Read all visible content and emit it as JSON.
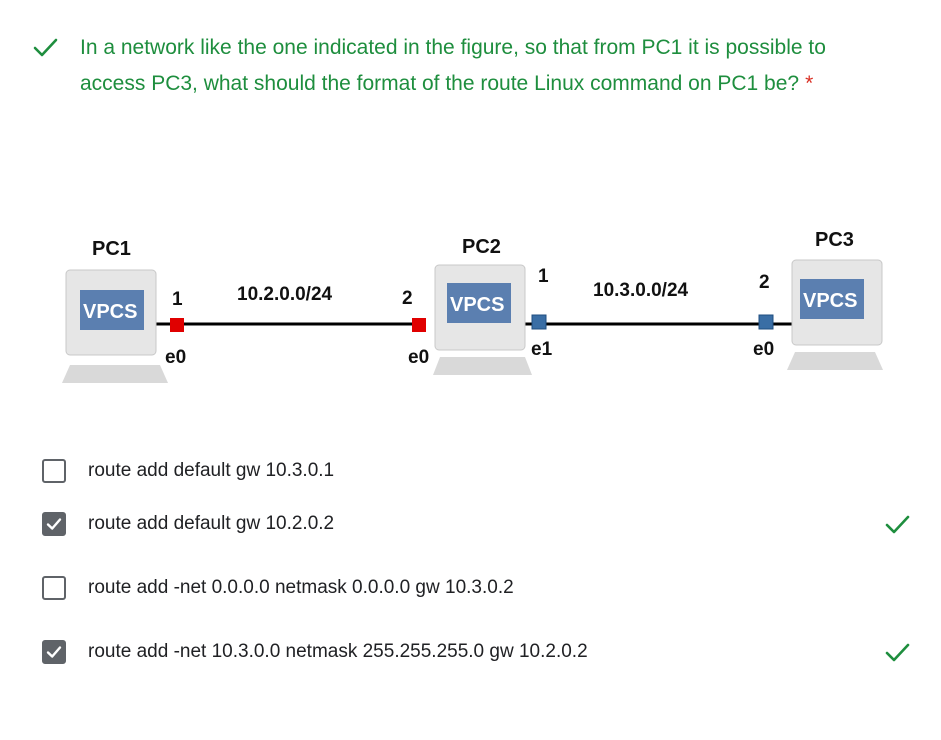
{
  "question": {
    "text": "In a network like the one indicated in the figure, so that from PC1 it is possible to access PC3, what should the format of the route Linux command on PC1 be?",
    "required_mark": "*",
    "status_icon": "check-icon",
    "status_color": "#1e8e3e"
  },
  "figure": {
    "nodes": [
      {
        "name": "PC1",
        "screen": "VPCS"
      },
      {
        "name": "PC2",
        "screen": "VPCS"
      },
      {
        "name": "PC3",
        "screen": "VPCS"
      }
    ],
    "links": [
      {
        "network": "10.2.0.0/24",
        "left_port": "e0",
        "left_host": "1",
        "right_port": "e0",
        "right_host": "2",
        "port_color": "#e00000"
      },
      {
        "network": "10.3.0.0/24",
        "left_port": "e1",
        "left_host": "1",
        "right_port": "e0",
        "right_host": "2",
        "port_color": "#3a6ea5"
      }
    ]
  },
  "options": [
    {
      "label": "route add default gw 10.3.0.1",
      "checked": false,
      "correct": false
    },
    {
      "label": "route add default gw 10.2.0.2",
      "checked": true,
      "correct": true
    },
    {
      "label": "route add -net 0.0.0.0 netmask 0.0.0.0 gw 10.3.0.2",
      "checked": false,
      "correct": false
    },
    {
      "label": "route add -net 10.3.0.0 netmask 255.255.255.0 gw 10.2.0.2",
      "checked": true,
      "correct": true
    }
  ],
  "colors": {
    "correct": "#1e8e3e",
    "checkbox": "#5f6368"
  }
}
